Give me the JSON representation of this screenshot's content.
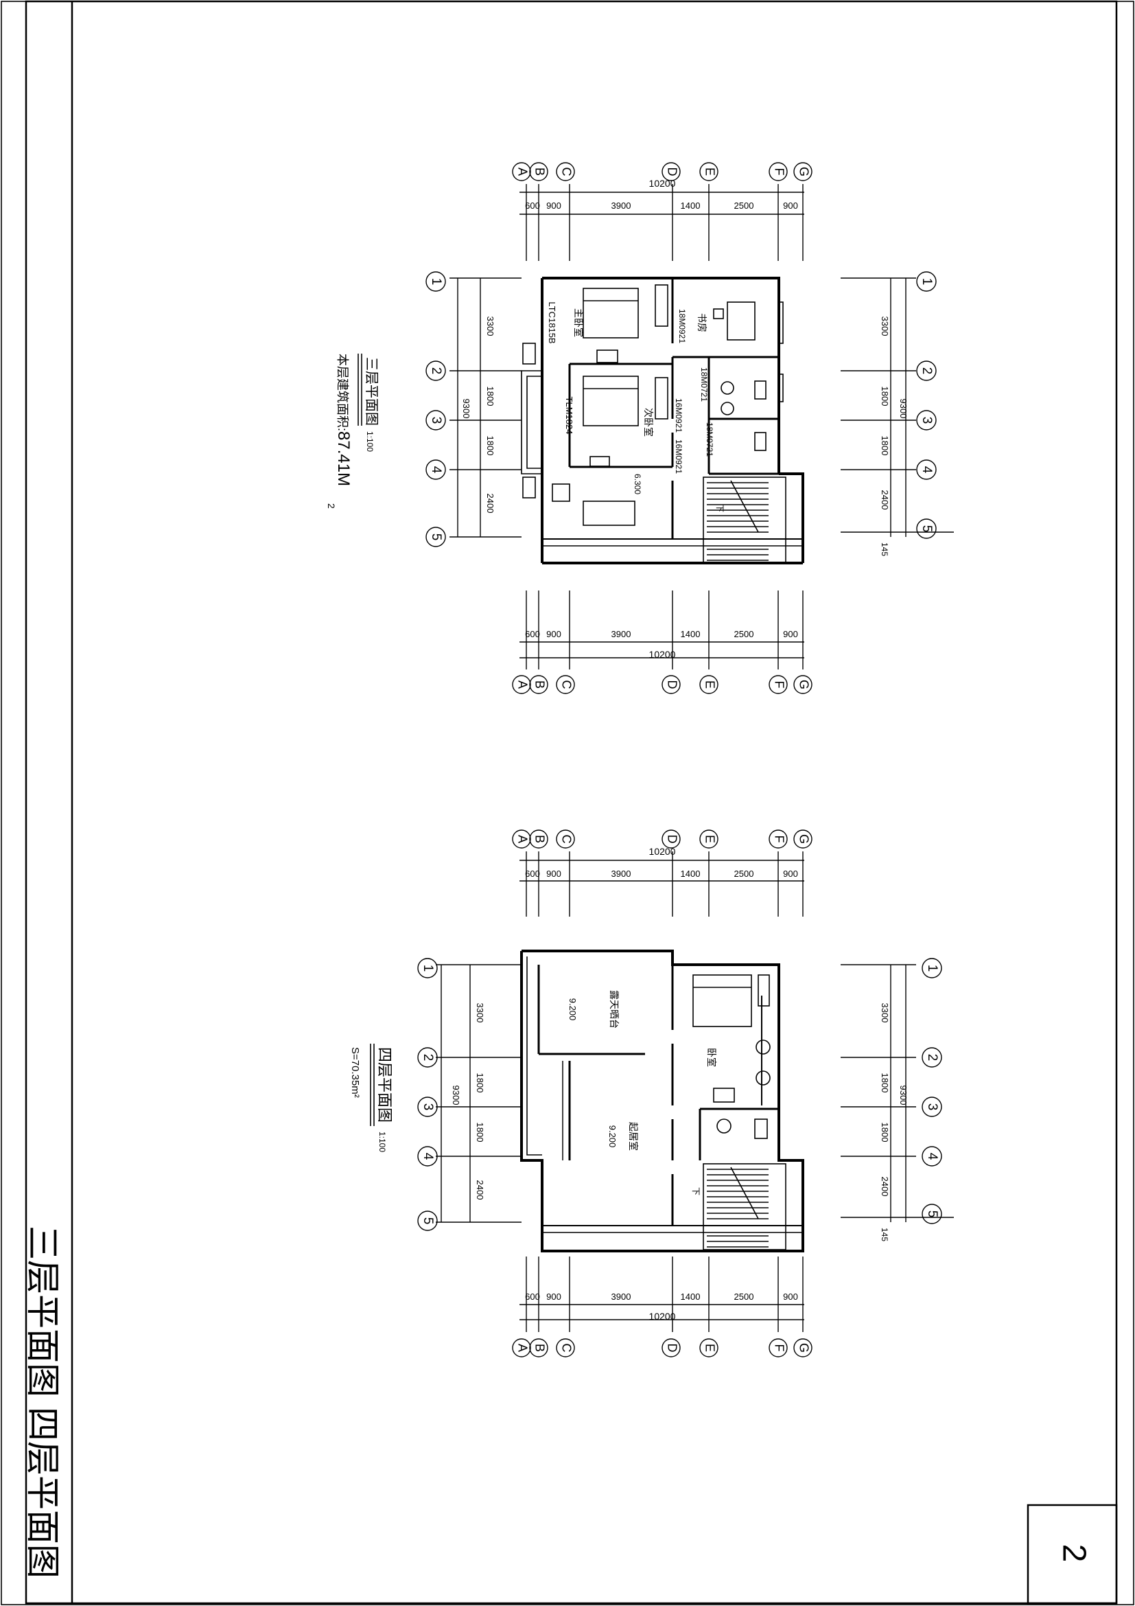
{
  "sheet": {
    "title": "三层平面图  四层平面图",
    "page_number": "2"
  },
  "axes": {
    "letters": [
      "A",
      "B",
      "C",
      "D",
      "E",
      "F",
      "G"
    ],
    "numbers": [
      "1",
      "2",
      "3",
      "4",
      "5"
    ]
  },
  "dims": {
    "letter_segments": [
      "600",
      "900",
      "3900",
      "1400",
      "2500",
      "900"
    ],
    "letter_total": "10200",
    "number_segments": [
      "3300",
      "1800",
      "1800",
      "2400"
    ],
    "number_total": "9300",
    "right_extra": "145"
  },
  "plan3": {
    "title": "三层平面图",
    "scale": "1:100",
    "area_label": "本层建筑面积:",
    "area_value": "87.41M",
    "area_sup": "2",
    "rooms": {
      "master": "主卧室",
      "study": "书房",
      "second": "次卧室"
    },
    "tags": {
      "ltc": "LTC1815B",
      "tlm": "TLM1824",
      "d1": "18M0921",
      "d2": "18M0721",
      "d3": "16M0921",
      "d4": "18M0721",
      "d5": "16M0921",
      "elev": "6.300",
      "down": "下"
    }
  },
  "plan4": {
    "title": "四层平面图",
    "scale": "1:100",
    "area": "S=70.35m²",
    "rooms": {
      "terrace": "露天晒台",
      "bedroom": "卧室",
      "living": "起居室"
    },
    "tags": {
      "elev1": "9.200",
      "elev2": "9.200",
      "down": "下"
    }
  }
}
